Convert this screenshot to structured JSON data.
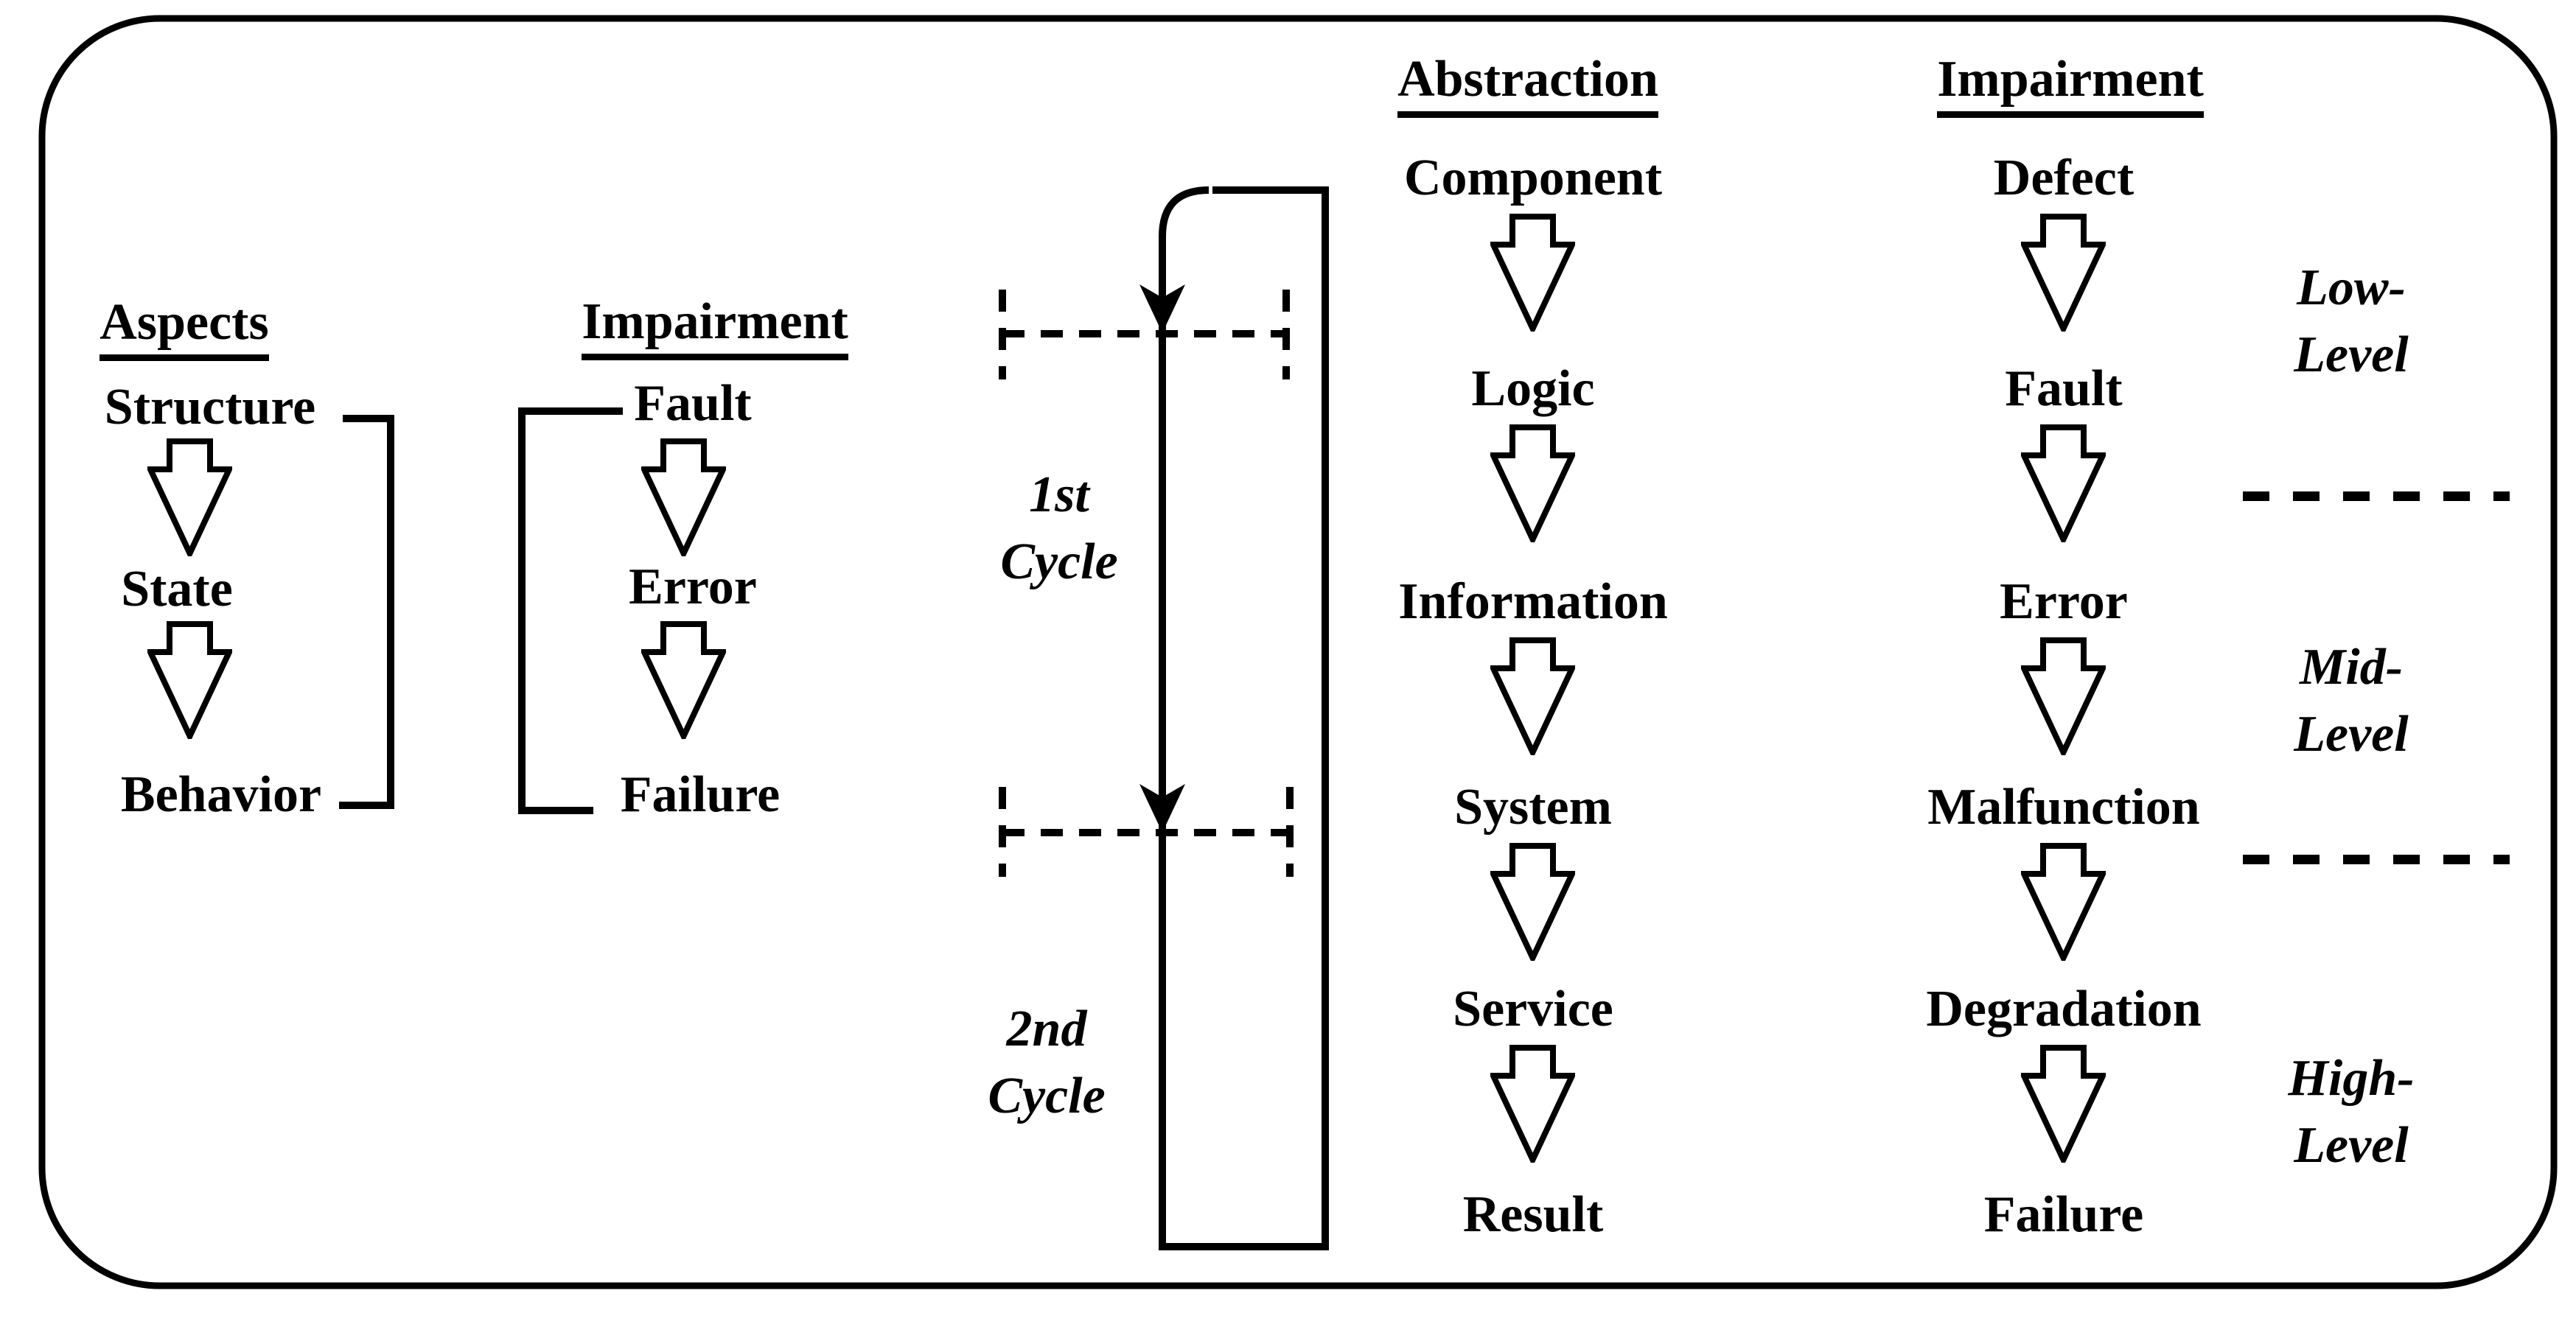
{
  "figure": {
    "background": "#ffffff",
    "ink": "#000000",
    "left_panel": {
      "aspects": {
        "header": "Aspects",
        "items": [
          "Structure",
          "State",
          "Behavior"
        ]
      },
      "impairment": {
        "header": "Impairment",
        "items": [
          "Fault",
          "Error",
          "Failure"
        ]
      }
    },
    "cycle_labels": {
      "first": "1st\nCycle",
      "second": "2nd\nCycle"
    },
    "right_panel": {
      "abstraction": {
        "header": "Abstraction",
        "items": [
          "Component",
          "Logic",
          "Information",
          "System",
          "Service",
          "Result"
        ]
      },
      "impairment": {
        "header": "Impairment",
        "items": [
          "Defect",
          "Fault",
          "Error",
          "Malfunction",
          "Degradation",
          "Failure"
        ]
      }
    },
    "level_labels": [
      "Low-\nLevel",
      "Mid-\nLevel",
      "High-\nLevel"
    ]
  }
}
